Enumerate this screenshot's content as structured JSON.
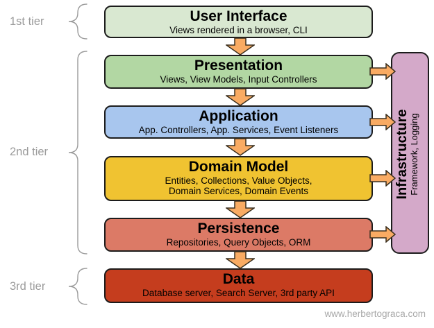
{
  "diagram": {
    "watermark": "www.herbertograca.com",
    "tiers": [
      {
        "label": "1st tier"
      },
      {
        "label": "2nd tier"
      },
      {
        "label": "3rd tier"
      }
    ],
    "layers": [
      {
        "title": "User Interface",
        "subtitle": "Views rendered in a browser, CLI",
        "color": "#d9e8d1"
      },
      {
        "title": "Presentation",
        "subtitle": "Views, View Models, Input Controllers",
        "color": "#b2d7a3"
      },
      {
        "title": "Application",
        "subtitle": "App. Controllers, App. Services, Event Listeners",
        "color": "#a8c6ee"
      },
      {
        "title": "Domain Model",
        "subtitle": "Entities, Collections, Value Objects,\nDomain Services, Domain Events",
        "color": "#f0c331"
      },
      {
        "title": "Persistence",
        "subtitle": "Repositories, Query Objects, ORM",
        "color": "#dc7a66"
      },
      {
        "title": "Data",
        "subtitle": "Database server, Search Server, 3rd party API",
        "color": "#c53d1e"
      }
    ],
    "infrastructure": {
      "title": "Infrastructure",
      "subtitle": "Framework, Logging",
      "color": "#d4a9c9"
    },
    "colors": {
      "arrow_fill": "#f9ab63",
      "arrow_stroke": "#3a2f1e",
      "box_border": "#1c1c1c",
      "tier_text": "#9b9b9b"
    }
  }
}
